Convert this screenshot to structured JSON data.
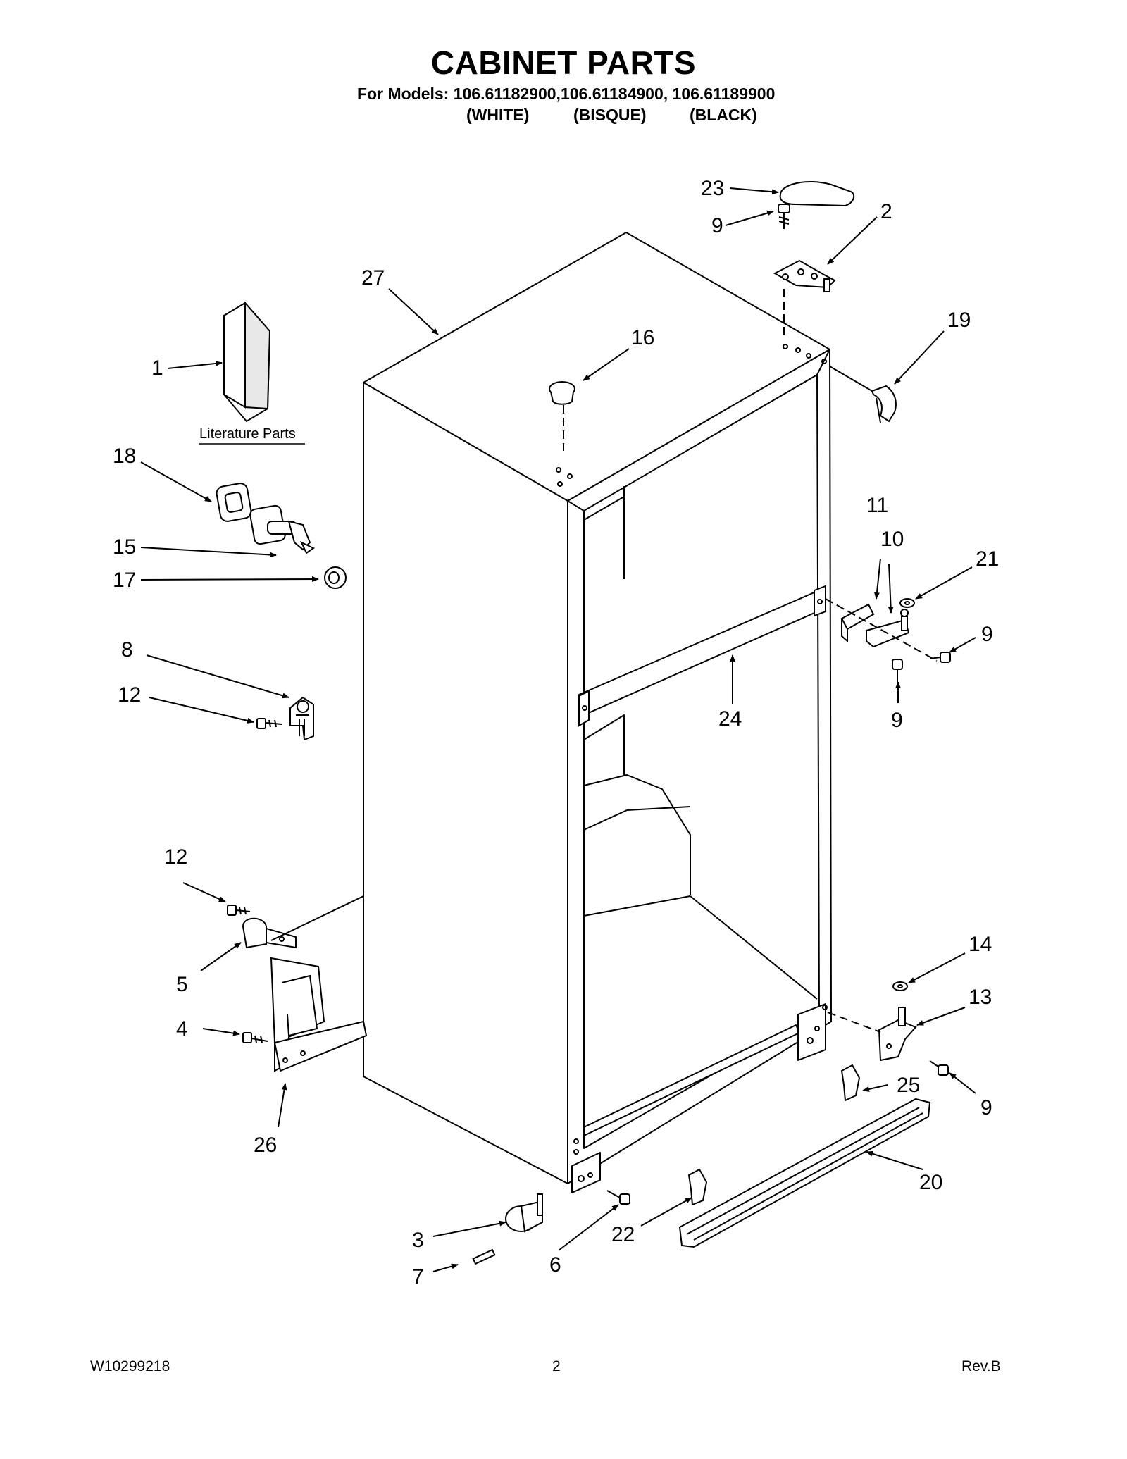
{
  "header": {
    "title": "CABINET PARTS",
    "models": "For Models: 106.61182900,106.61184900, 106.61189900",
    "colors": [
      "(WHITE)",
      "(BISQUE)",
      "(BLACK)"
    ]
  },
  "literature_label": "Literature Parts",
  "callouts": {
    "c1": "1",
    "c2": "2",
    "c3": "3",
    "c4": "4",
    "c5": "5",
    "c6": "6",
    "c7": "7",
    "c8": "8",
    "c9a": "9",
    "c9b": "9",
    "c9c": "9",
    "c9d": "9",
    "c10": "10",
    "c11": "11",
    "c12a": "12",
    "c12b": "12",
    "c13": "13",
    "c14": "14",
    "c15": "15",
    "c16": "16",
    "c17": "17",
    "c18": "18",
    "c19": "19",
    "c20": "20",
    "c21": "21",
    "c22": "22",
    "c23": "23",
    "c24": "24",
    "c25": "25",
    "c26": "26",
    "c27": "27"
  },
  "footer": {
    "doc_number": "W10299218",
    "page_number": "2",
    "revision": "Rev.B"
  }
}
